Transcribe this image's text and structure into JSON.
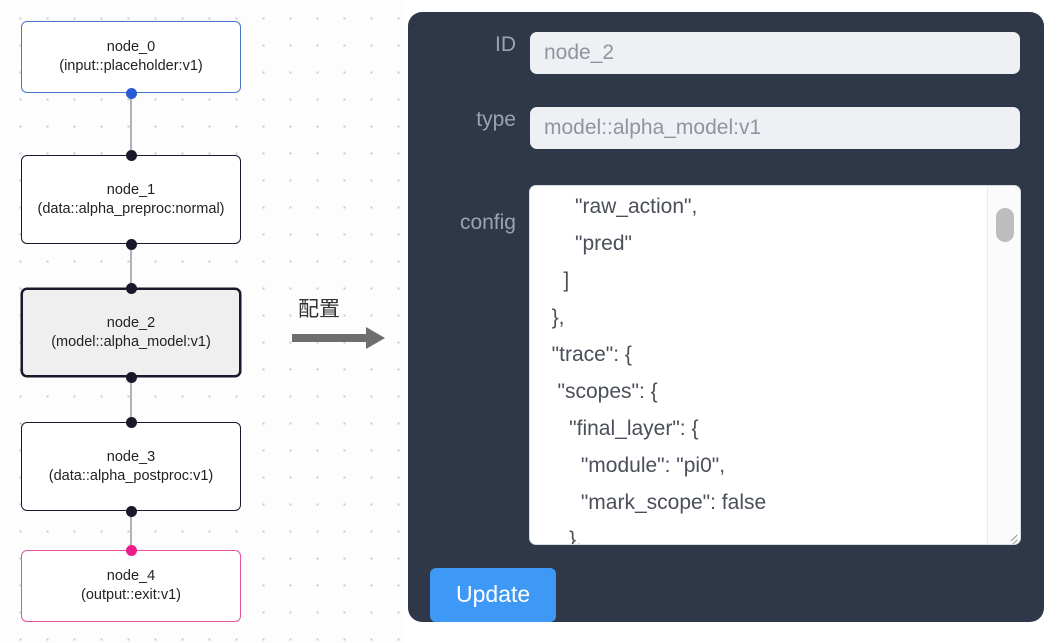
{
  "graph": {
    "background": "#fdfdfd",
    "dot_color": "#c9ccd4",
    "nodes": [
      {
        "id": "node_0",
        "title": "node_0",
        "subtitle": "(input::placeholder:v1)",
        "kind": "input",
        "selected": false,
        "border_color": "#4a76c9",
        "source_handle_color": "#2a5bd7"
      },
      {
        "id": "node_1",
        "title": "node_1",
        "subtitle": "(data::alpha_preproc:normal)",
        "kind": "default",
        "selected": false,
        "border_color": "#1a192b",
        "source_handle_color": "#1a192b"
      },
      {
        "id": "node_2",
        "title": "node_2",
        "subtitle": "(model::alpha_model:v1)",
        "kind": "default",
        "selected": true,
        "border_color": "#1a192b",
        "source_handle_color": "#1a192b"
      },
      {
        "id": "node_3",
        "title": "node_3",
        "subtitle": "(data::alpha_postproc:v1)",
        "kind": "default",
        "selected": false,
        "border_color": "#1a192b",
        "source_handle_color": "#1a192b"
      },
      {
        "id": "node_4",
        "title": "node_4",
        "subtitle": "(output::exit:v1)",
        "kind": "output",
        "selected": false,
        "border_color": "#e8539e",
        "target_handle_color": "#e91e8c"
      }
    ],
    "edges": [
      {
        "from": "node_0",
        "to": "node_1"
      },
      {
        "from": "node_1",
        "to": "node_2"
      },
      {
        "from": "node_2",
        "to": "node_3"
      },
      {
        "from": "node_3",
        "to": "node_4"
      }
    ]
  },
  "annotation": {
    "caption": "配置",
    "arrow_color": "#6e6e6e"
  },
  "panel": {
    "background": "#2e3849",
    "accent": "#3d99f5",
    "fields": {
      "id": {
        "label": "ID",
        "value": "node_2"
      },
      "type": {
        "label": "type",
        "value": "model::alpha_model:v1"
      },
      "config": {
        "label": "config",
        "value": "      \"raw_action\",\n      \"pred\"\n    ]\n  },\n  \"trace\": {\n   \"scopes\": {\n     \"final_layer\": {\n       \"module\": \"pi0\",\n       \"mark_scope\": false\n     },\n     \"action_model\": {"
      }
    },
    "update_button": {
      "label": "Update"
    },
    "scrollbar": {
      "thumb_color": "#bdbdbd",
      "track_color": "#fbfbfb"
    }
  }
}
